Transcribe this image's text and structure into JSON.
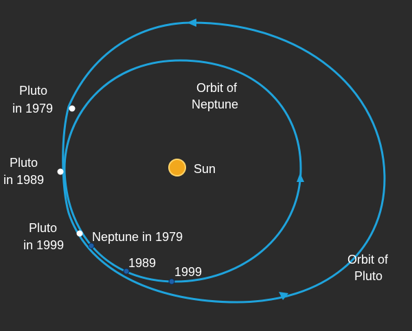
{
  "colors": {
    "background": "#2b2b2b",
    "orbit": "#1fa3dc",
    "text": "#ffffff",
    "sun": "#f2a81d",
    "neptune_marker": "#1f5fa8",
    "pluto_marker": "#ffffff"
  },
  "labels": {
    "neptune_orbit": [
      "Orbit of",
      "Neptune"
    ],
    "pluto_orbit": [
      "Orbit of",
      "Pluto"
    ],
    "sun": "Sun",
    "pluto_1979": [
      "Pluto",
      "in 1979"
    ],
    "pluto_1989": [
      "Pluto",
      "in 1989"
    ],
    "pluto_1999": [
      "Pluto",
      "in 1999"
    ],
    "neptune_1979": "Neptune in 1979",
    "neptune_1989": "1989",
    "neptune_1999": "1999"
  }
}
